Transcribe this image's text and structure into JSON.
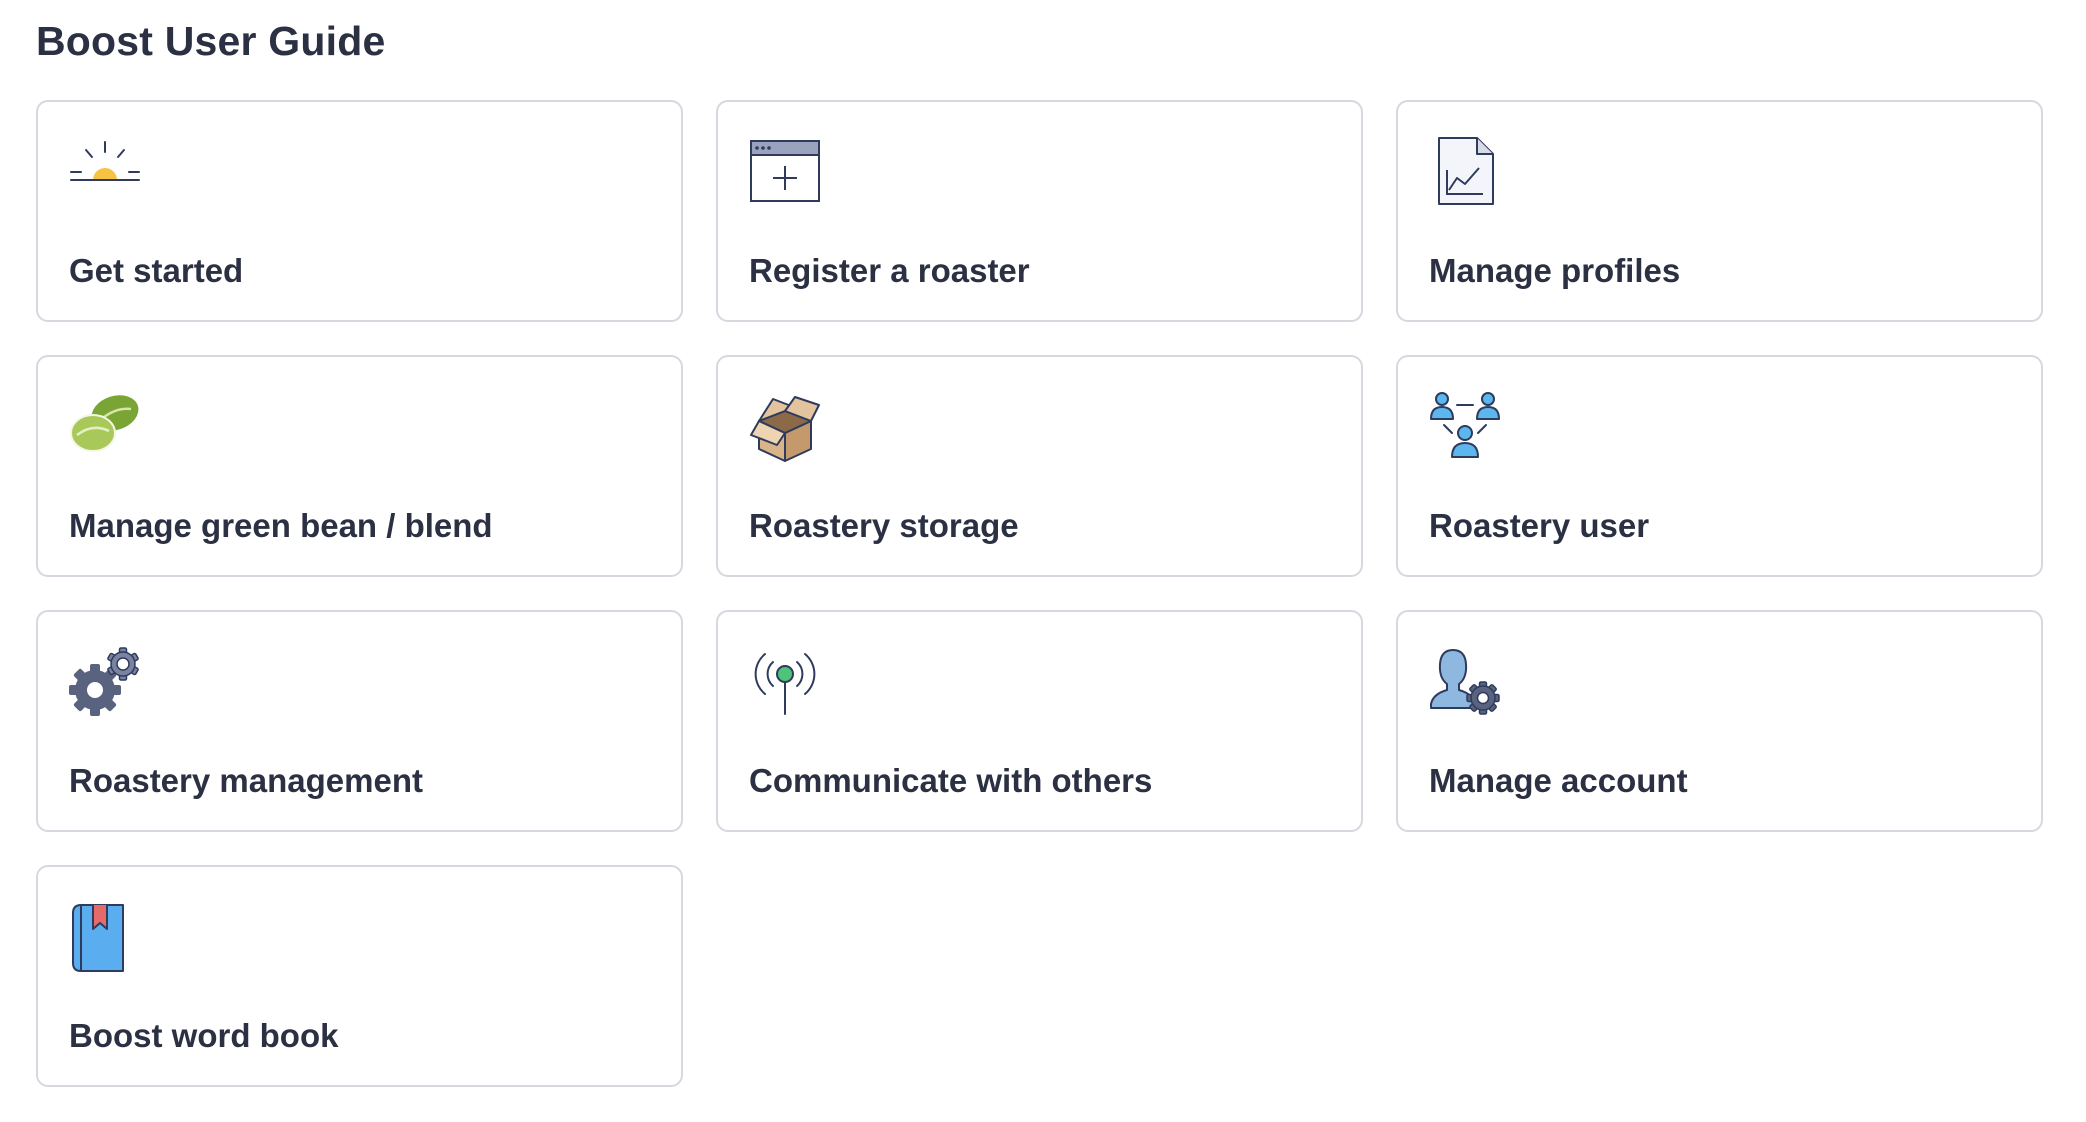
{
  "page": {
    "title": "Boost User Guide"
  },
  "colors": {
    "text": "#2b3143",
    "card_border": "#d6d8e0",
    "icon_stroke": "#2f3b5c",
    "sun_yellow": "#f6c343",
    "bean_green": "#8fb33f",
    "box_tan": "#d9b48a",
    "user_blue": "#5db7ef",
    "gear_slate": "#59637f",
    "book_blue": "#5aaef0",
    "bookmark_red": "#e56b6b",
    "signal_green": "#4ec37a"
  },
  "cards": [
    {
      "label": "Get started",
      "icon": "sunrise-icon"
    },
    {
      "label": "Register a roaster",
      "icon": "browser-window-plus-icon"
    },
    {
      "label": "Manage profiles",
      "icon": "document-chart-icon"
    },
    {
      "label": "Manage green bean / blend",
      "icon": "coffee-beans-icon"
    },
    {
      "label": "Roastery storage",
      "icon": "open-box-icon"
    },
    {
      "label": "Roastery user",
      "icon": "user-network-icon"
    },
    {
      "label": "Roastery management",
      "icon": "gears-icon"
    },
    {
      "label": "Communicate with others",
      "icon": "broadcast-antenna-icon"
    },
    {
      "label": "Manage account",
      "icon": "user-settings-icon"
    },
    {
      "label": "Boost word book",
      "icon": "bookmarked-book-icon"
    }
  ]
}
